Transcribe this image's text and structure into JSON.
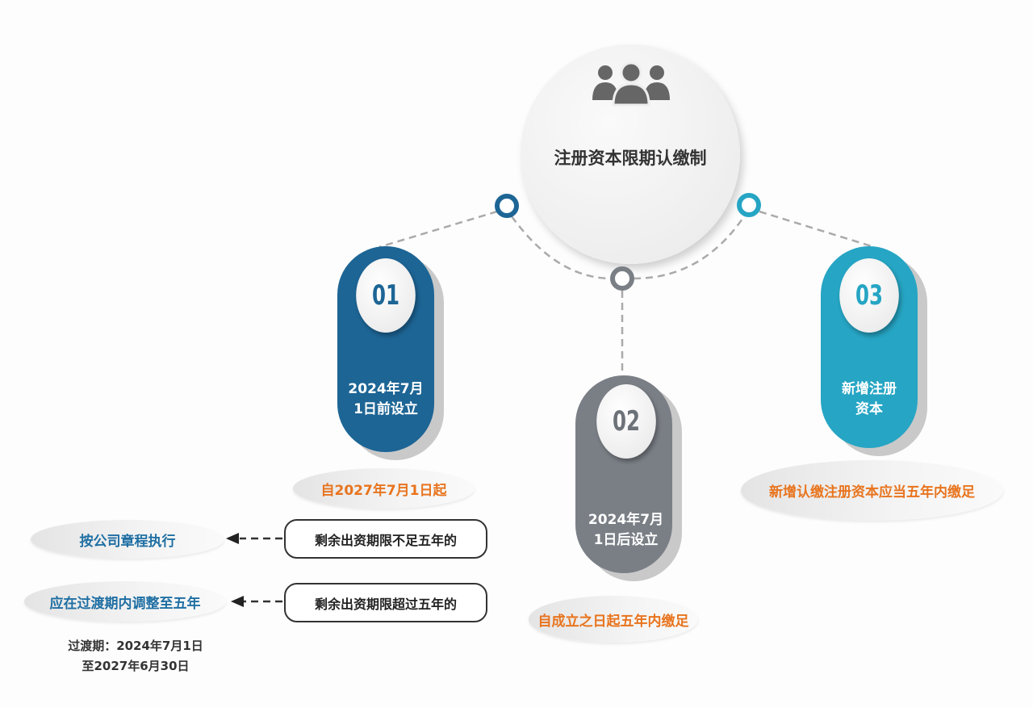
{
  "title": "注册资本限期认缴制",
  "colors": {
    "blue": "#1d6595",
    "gray": "#7a7f86",
    "teal": "#26a5c4",
    "orange": "#e8741e"
  },
  "branches": [
    {
      "number": "01",
      "label_line1": "2024年7月",
      "label_line2": "1日前设立",
      "note": "自2027年7月1日起"
    },
    {
      "number": "02",
      "label_line1": "2024年7月",
      "label_line2": "1日后设立",
      "note": "自成立之日起五年内缴足"
    },
    {
      "number": "03",
      "label_line1": "新增注册",
      "label_line2": "资本",
      "note": "新增认缴注册资本应当五年内缴足"
    }
  ],
  "rules": [
    {
      "condition": "剩余出资期限不足五年的",
      "result": "按公司章程执行"
    },
    {
      "condition": "剩余出资期限超过五年的",
      "result": "应在过渡期内调整至五年"
    }
  ],
  "transition": {
    "line1": "过渡期：2024年7月1日",
    "line2": "至2027年6月30日"
  }
}
